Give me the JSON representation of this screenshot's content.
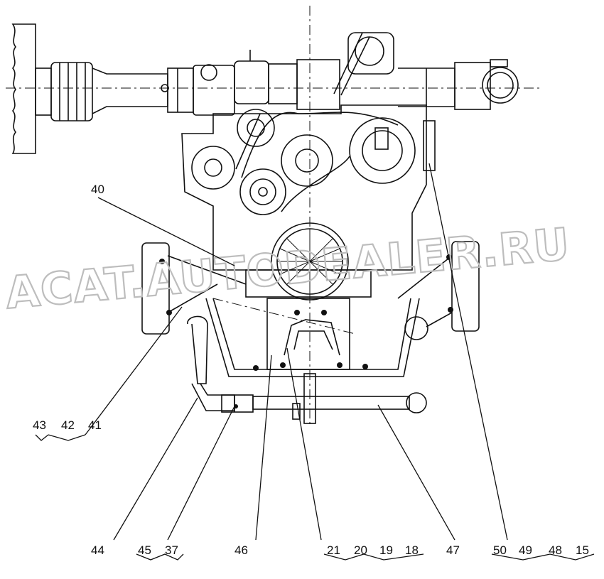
{
  "callouts": {
    "c40": "40",
    "c43": "43",
    "c42": "42",
    "c41": "41",
    "c44": "44",
    "c45": "45",
    "c37": "37",
    "c46": "46",
    "c21": "21",
    "c20": "20",
    "c19": "19",
    "c18": "18",
    "c47": "47",
    "c50": "50",
    "c49": "49",
    "c48": "48",
    "c15": "15"
  },
  "watermark": "ACAT.AUTODEALER.RU",
  "colors": {
    "line": "#111111",
    "watermark": "#bdbdbd",
    "background": "#ffffff"
  }
}
